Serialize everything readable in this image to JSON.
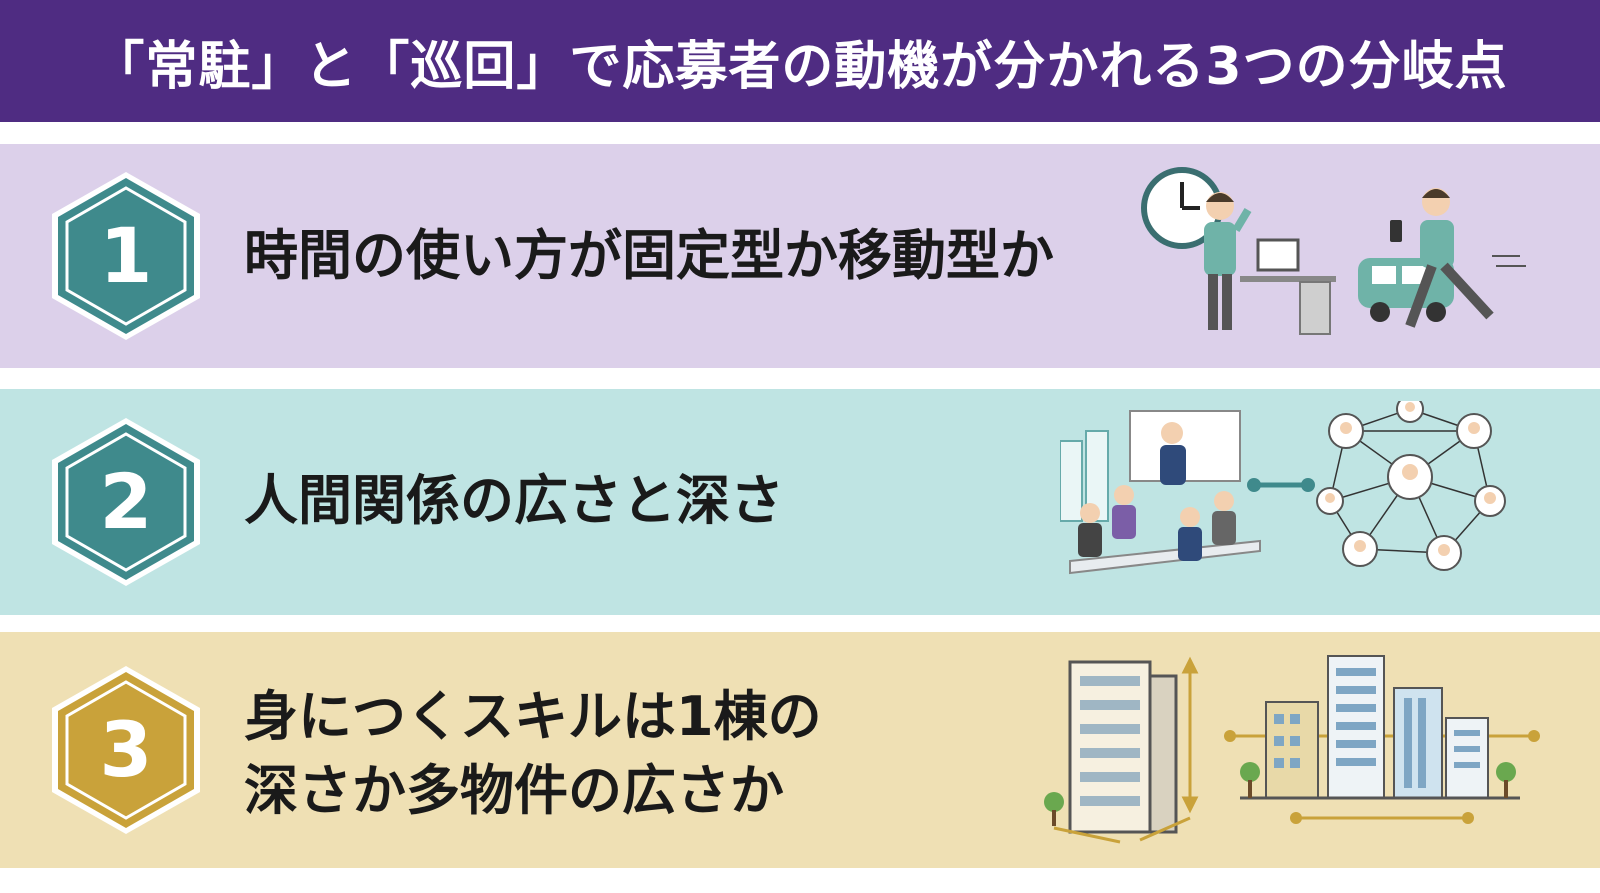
{
  "header": {
    "title": "「常駐」と「巡回」で応募者の動機が分かれる3つの分岐点"
  },
  "items": [
    {
      "number": "1",
      "text": "時間の使い方が固定型か移動型か",
      "lines": [
        "時間の使い方が固定型か移動型か"
      ]
    },
    {
      "number": "2",
      "text": "人間関係の広さと深さ",
      "lines": [
        "人間関係の広さと深さ"
      ]
    },
    {
      "number": "3",
      "text": "身につくスキルは1棟の深さか多物件の広さか",
      "lines": [
        "身につくスキルは1棟の",
        "深さか多物件の広さか"
      ]
    }
  ],
  "colors": {
    "header_bg": "#4f2c82",
    "band_1": "#dcd0ea",
    "band_2": "#bfe4e3",
    "band_3": "#efe0b4",
    "hex_teal": "#3f8a8c",
    "hex_gold": "#c9a23a"
  },
  "icons": [
    "clock-icon",
    "office-worker-icon",
    "desk-computer-icon",
    "van-icon",
    "running-worker-icon",
    "meeting-room-icon",
    "connector-icon",
    "people-network-icon",
    "tall-building-icon",
    "height-arrow-icon",
    "city-buildings-icon"
  ]
}
